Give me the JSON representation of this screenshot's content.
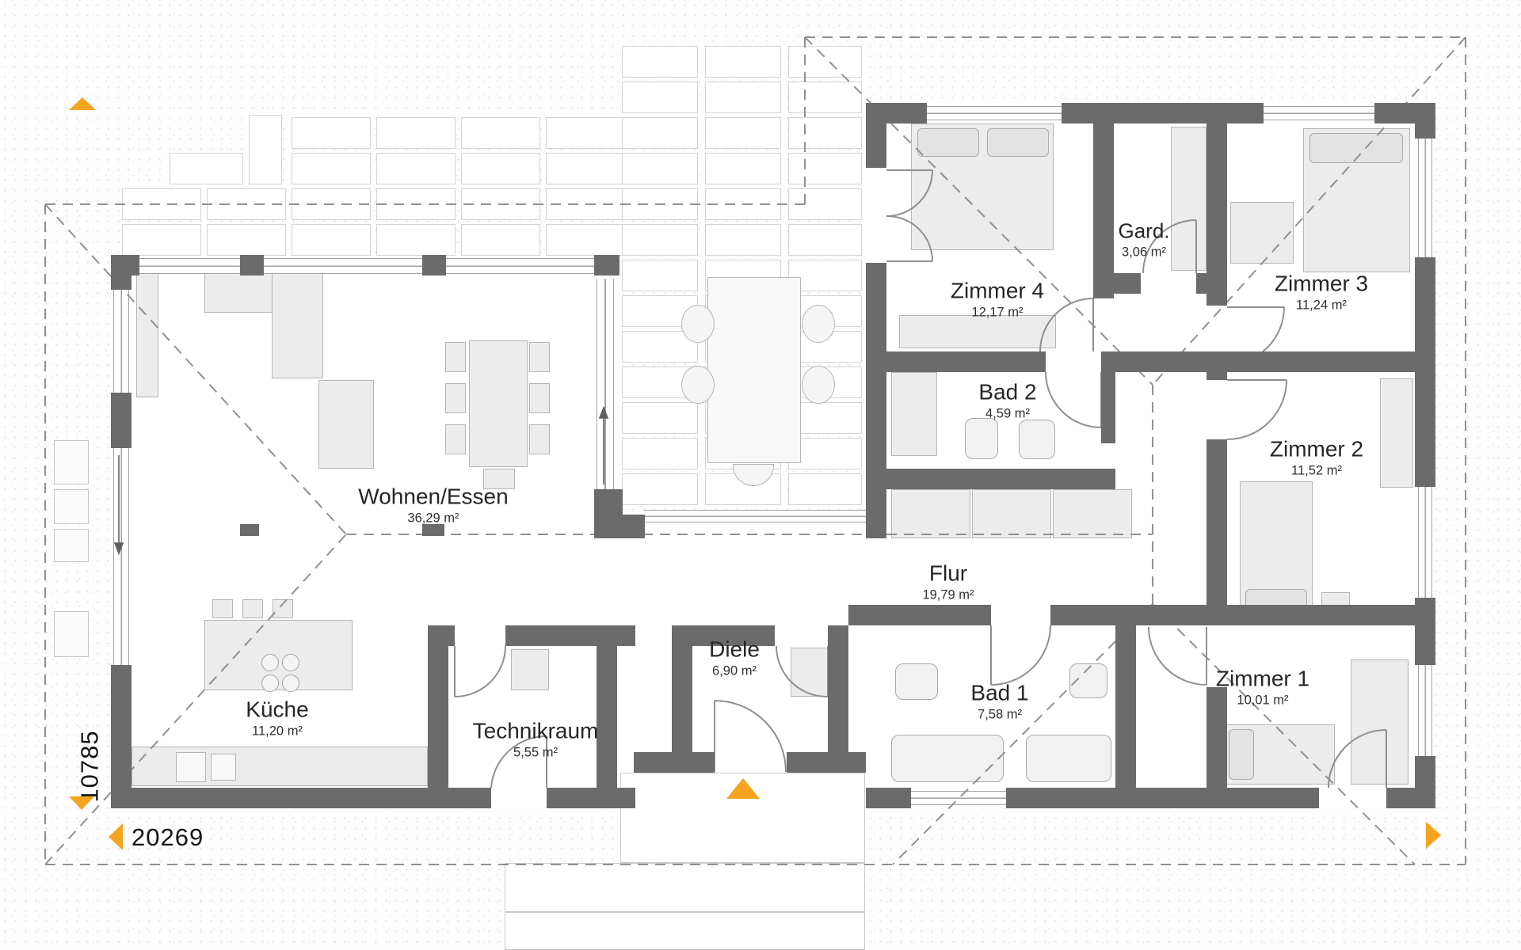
{
  "rooms": {
    "wohnen": {
      "name": "Wohnen/Essen",
      "area": "36,29 m²"
    },
    "kueche": {
      "name": "Küche",
      "area": "11,20 m²"
    },
    "technik": {
      "name": "Technikraum",
      "area": "5,55 m²"
    },
    "diele": {
      "name": "Diele",
      "area": "6,90 m²"
    },
    "flur": {
      "name": "Flur",
      "area": "19,79 m²"
    },
    "bad1": {
      "name": "Bad 1",
      "area": "7,58 m²"
    },
    "bad2": {
      "name": "Bad 2",
      "area": "4,59 m²"
    },
    "zimmer1": {
      "name": "Zimmer 1",
      "area": "10,01 m²"
    },
    "zimmer2": {
      "name": "Zimmer 2",
      "area": "11,52 m²"
    },
    "zimmer3": {
      "name": "Zimmer 3",
      "area": "11,24 m²"
    },
    "zimmer4": {
      "name": "Zimmer 4",
      "area": "12,17 m²"
    },
    "gard": {
      "name": "Gard.",
      "area": "3,06 m²"
    }
  },
  "dimensions": {
    "width_label": "20269",
    "height_label": "10785"
  },
  "colors": {
    "accent_orange": "#f6a41f",
    "wall_gray": "#6b6b6b"
  }
}
